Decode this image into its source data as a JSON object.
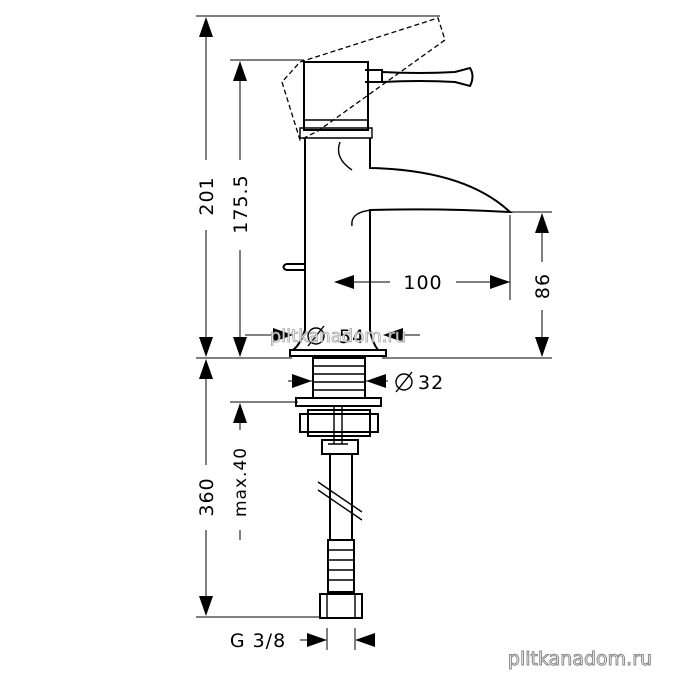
{
  "dimensions": {
    "overall_height": "201",
    "spout_height": "175.5",
    "outlet_height": "86",
    "spout_reach": "100",
    "base_diameter": "54",
    "shank_diameter": "32",
    "max_thickness": "max.40",
    "hose_length": "360",
    "connection": "G 3/8"
  },
  "watermarks": {
    "center": "plitkanadom.ru",
    "corner": "plitkanadom.ru"
  },
  "colors": {
    "line": "#000000",
    "background": "#ffffff",
    "watermark_outline": "#8a8a8a"
  }
}
